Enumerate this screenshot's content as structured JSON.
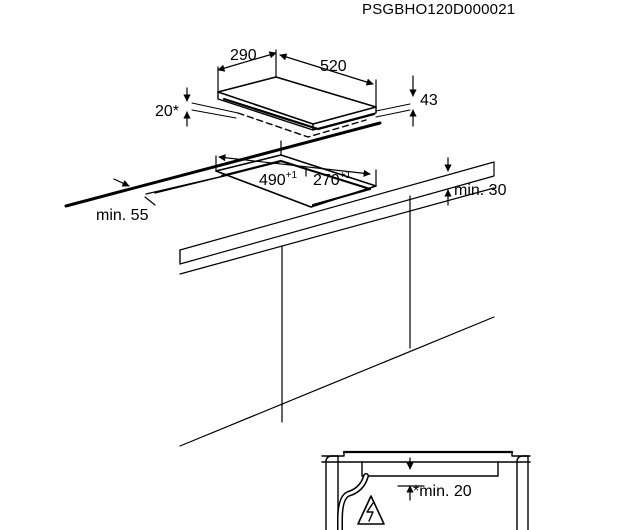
{
  "reference_code": "PSGBHO120D000021",
  "dimensions": {
    "hob_width": "290",
    "hob_depth": "520",
    "hob_height": "43",
    "top_clearance": "20*",
    "cutout_width": "490",
    "cutout_width_tolerance": "+1",
    "cutout_depth": "270",
    "cutout_depth_tolerance": "+1",
    "front_min": "min. 55",
    "back_min": "min. 30",
    "below_min": "*min. 20"
  },
  "icons": [
    "electrical-warning-icon"
  ]
}
